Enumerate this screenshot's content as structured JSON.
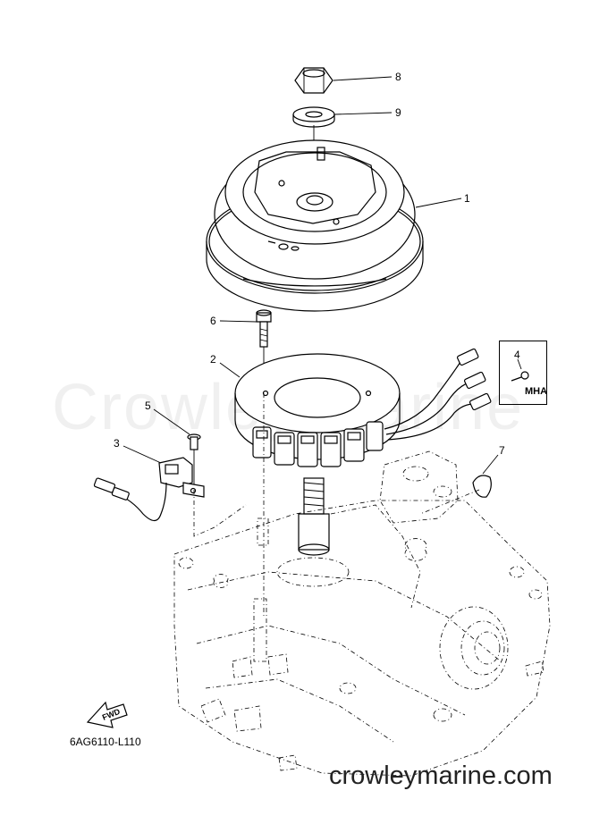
{
  "diagram": {
    "callouts": [
      "1",
      "2",
      "3",
      "4",
      "5",
      "6",
      "7",
      "8",
      "9"
    ],
    "variant_label": "MHA",
    "direction_label": "FWD",
    "diagram_code": "6AG6110-L110"
  },
  "branding": {
    "watermark": "Crowley Marine",
    "footer_url": "crowleymarine.com"
  }
}
